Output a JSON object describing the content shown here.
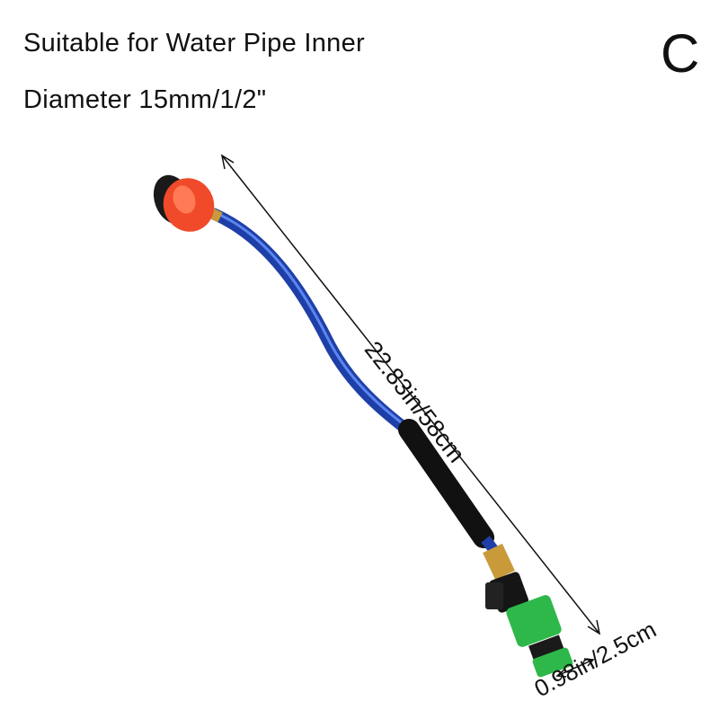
{
  "heading": {
    "line1": "Suitable for Water Pipe Inner",
    "line2": "Diameter 15mm/1/2\""
  },
  "variant_label": "C",
  "dimensions": {
    "length": "22.83in/58cm",
    "diameter": "0.98in/2.5cm"
  },
  "colors": {
    "tube": "#1f3fa8",
    "head": "#f04a2a",
    "connector": "#2eb84a",
    "brass": "#c89a3a"
  }
}
